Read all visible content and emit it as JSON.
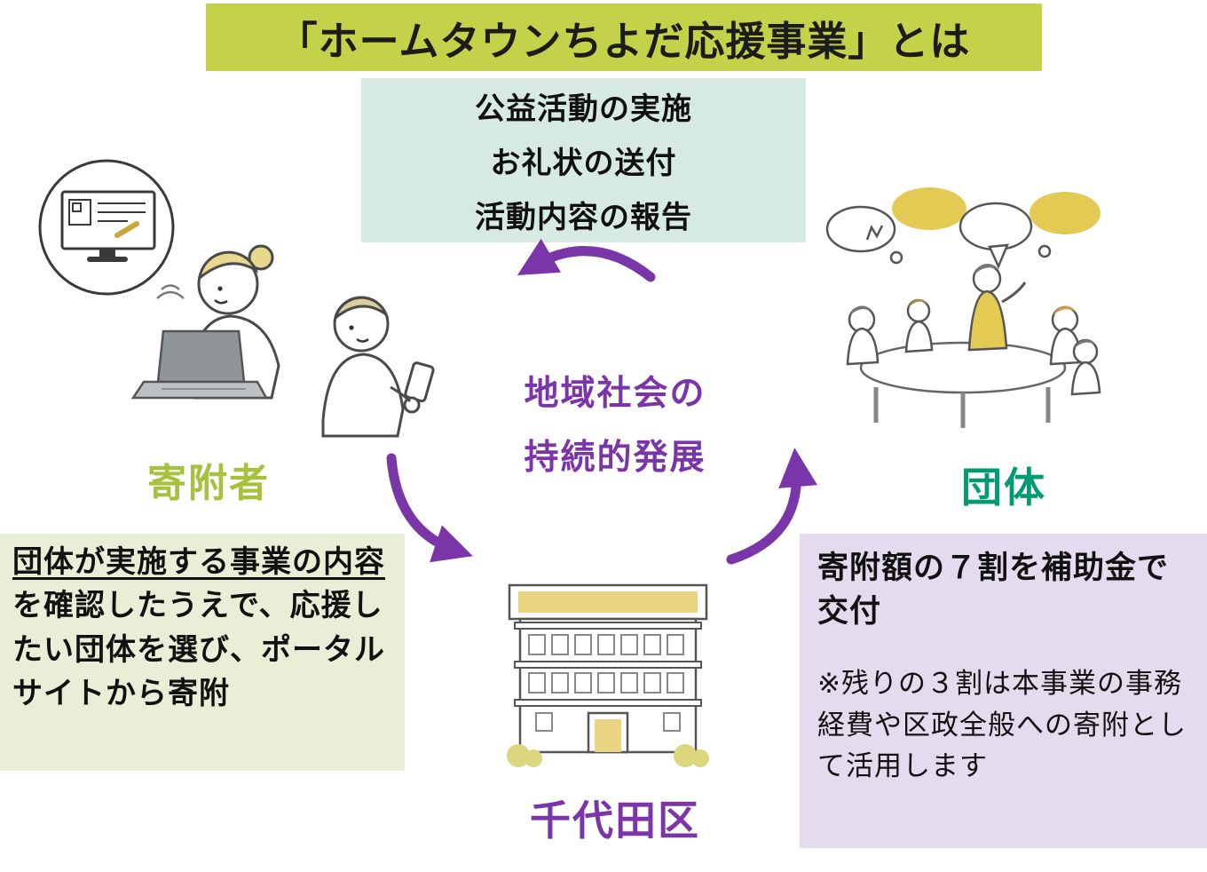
{
  "title": "「ホームタウンちよだ応援事業」とは",
  "top_box": {
    "lines": [
      "公益活動の実施",
      "お礼状の送付",
      "活動内容の報告"
    ]
  },
  "center_goal": {
    "line1": "地域社会の",
    "line2": "持続的発展"
  },
  "actors": {
    "donor": "寄附者",
    "organization": "団体",
    "ward": "千代田区"
  },
  "left_box": {
    "underlined": "団体が実施する事業の内容",
    "rest": "を確認したうえで、応援したい団体を選び、ポータルサイトから寄附"
  },
  "right_box": {
    "main": "寄附額の７割を補助金で交付",
    "note": "※残りの３割は本事業の事務経費や区政全般への寄附として活用します"
  },
  "colors": {
    "title_bg": "#c4d24a",
    "top_box_bg": "#d7e9e3",
    "left_box_bg": "#e9efd7",
    "right_box_bg": "#e5dbef",
    "purple_accent": "#7a35a8",
    "donor_green": "#a6c13c",
    "org_teal": "#009b72",
    "illustration_yellow": "#e3ca52"
  },
  "illustrations": {
    "donors": "donors-at-computer-illustration",
    "organization": "organization-meeting-illustration",
    "ward": "ward-office-building-illustration"
  }
}
